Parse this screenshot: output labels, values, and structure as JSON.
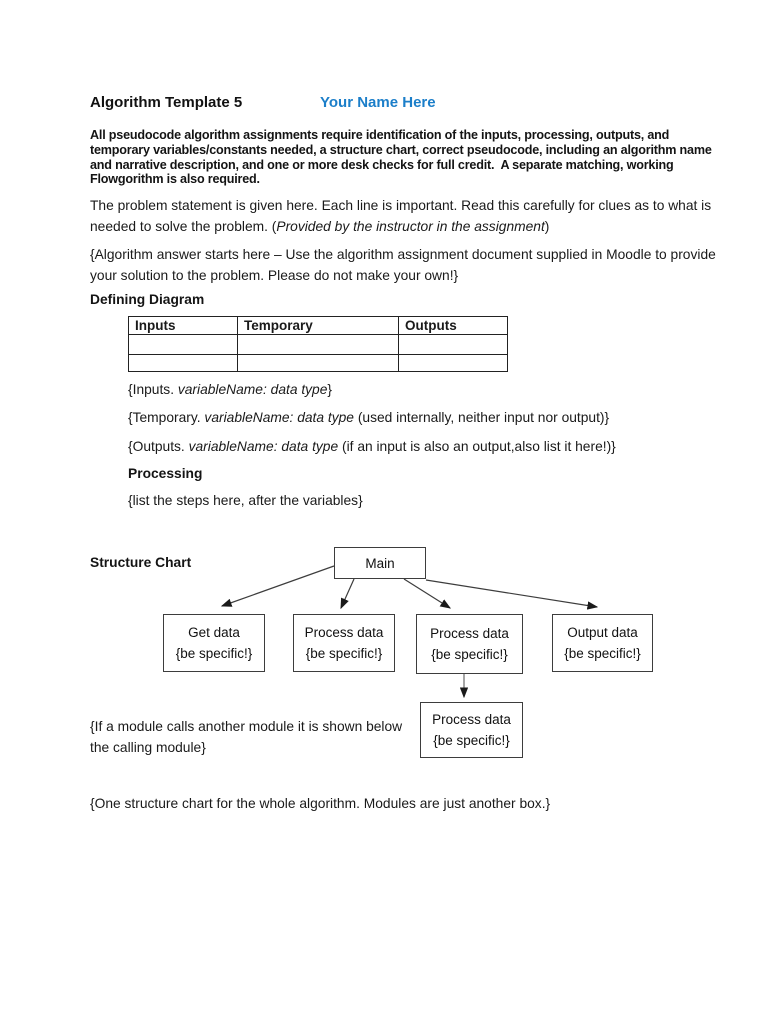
{
  "page": {
    "title": "Algorithm Template 5",
    "name_placeholder": "Your Name Here",
    "accent_color": "#1b7ec9"
  },
  "intro_bold": "All pseudocode algorithm assignments require identification of the inputs, processing, outputs, and temporary variables/constants needed, a structure chart, correct pseudocode, including an algorithm name and narrative description, and one or more desk checks for full credit.  A separate matching, working Flowgorithm is also required.",
  "problem": {
    "pre": "The problem statement is given here. Each line is important. Read this carefully for clues as to what is needed to solve the problem. (",
    "italic": "Provided by the instructor in the assignment",
    "post": ")"
  },
  "answer_note": "{Algorithm answer starts here – Use the algorithm assignment document supplied in Moodle to provide your solution to the problem. Please do not make your own!}",
  "defining_diagram": {
    "heading": "Defining Diagram",
    "table": {
      "headers": [
        "Inputs",
        "Temporary",
        "Outputs"
      ],
      "rows": [
        [
          "",
          "",
          ""
        ],
        [
          "",
          "",
          ""
        ]
      ]
    },
    "notes": [
      {
        "pre": "{Inputs. ",
        "italic": "variableName: data type",
        "post": "}"
      },
      {
        "pre": "{Temporary. ",
        "italic": "variableName: data type",
        "post": " (used internally, neither input nor output)}"
      },
      {
        "pre": "{Outputs. ",
        "italic": "variableName: data type",
        "post": " (if an input is also an output,also list it here!)}"
      }
    ],
    "processing_heading": "Processing",
    "processing_note": "{list the steps here, after the variables}"
  },
  "structure_chart": {
    "heading": "Structure Chart",
    "main_label": "Main",
    "boxes": [
      {
        "line1": "Get data",
        "line2": "{be specific!}"
      },
      {
        "line1": "Process data",
        "line2": "{be specific!}"
      },
      {
        "line1": "Process data",
        "line2": "{be specific!}"
      },
      {
        "line1": "Output data",
        "line2": "{be specific!}"
      },
      {
        "line1": "Process data",
        "line2": "{be specific!}"
      }
    ],
    "module_note": "{If a module calls another module it is shown below the calling module}",
    "footer_note": "{One structure chart for the whole algorithm. Modules are just another box.}"
  }
}
